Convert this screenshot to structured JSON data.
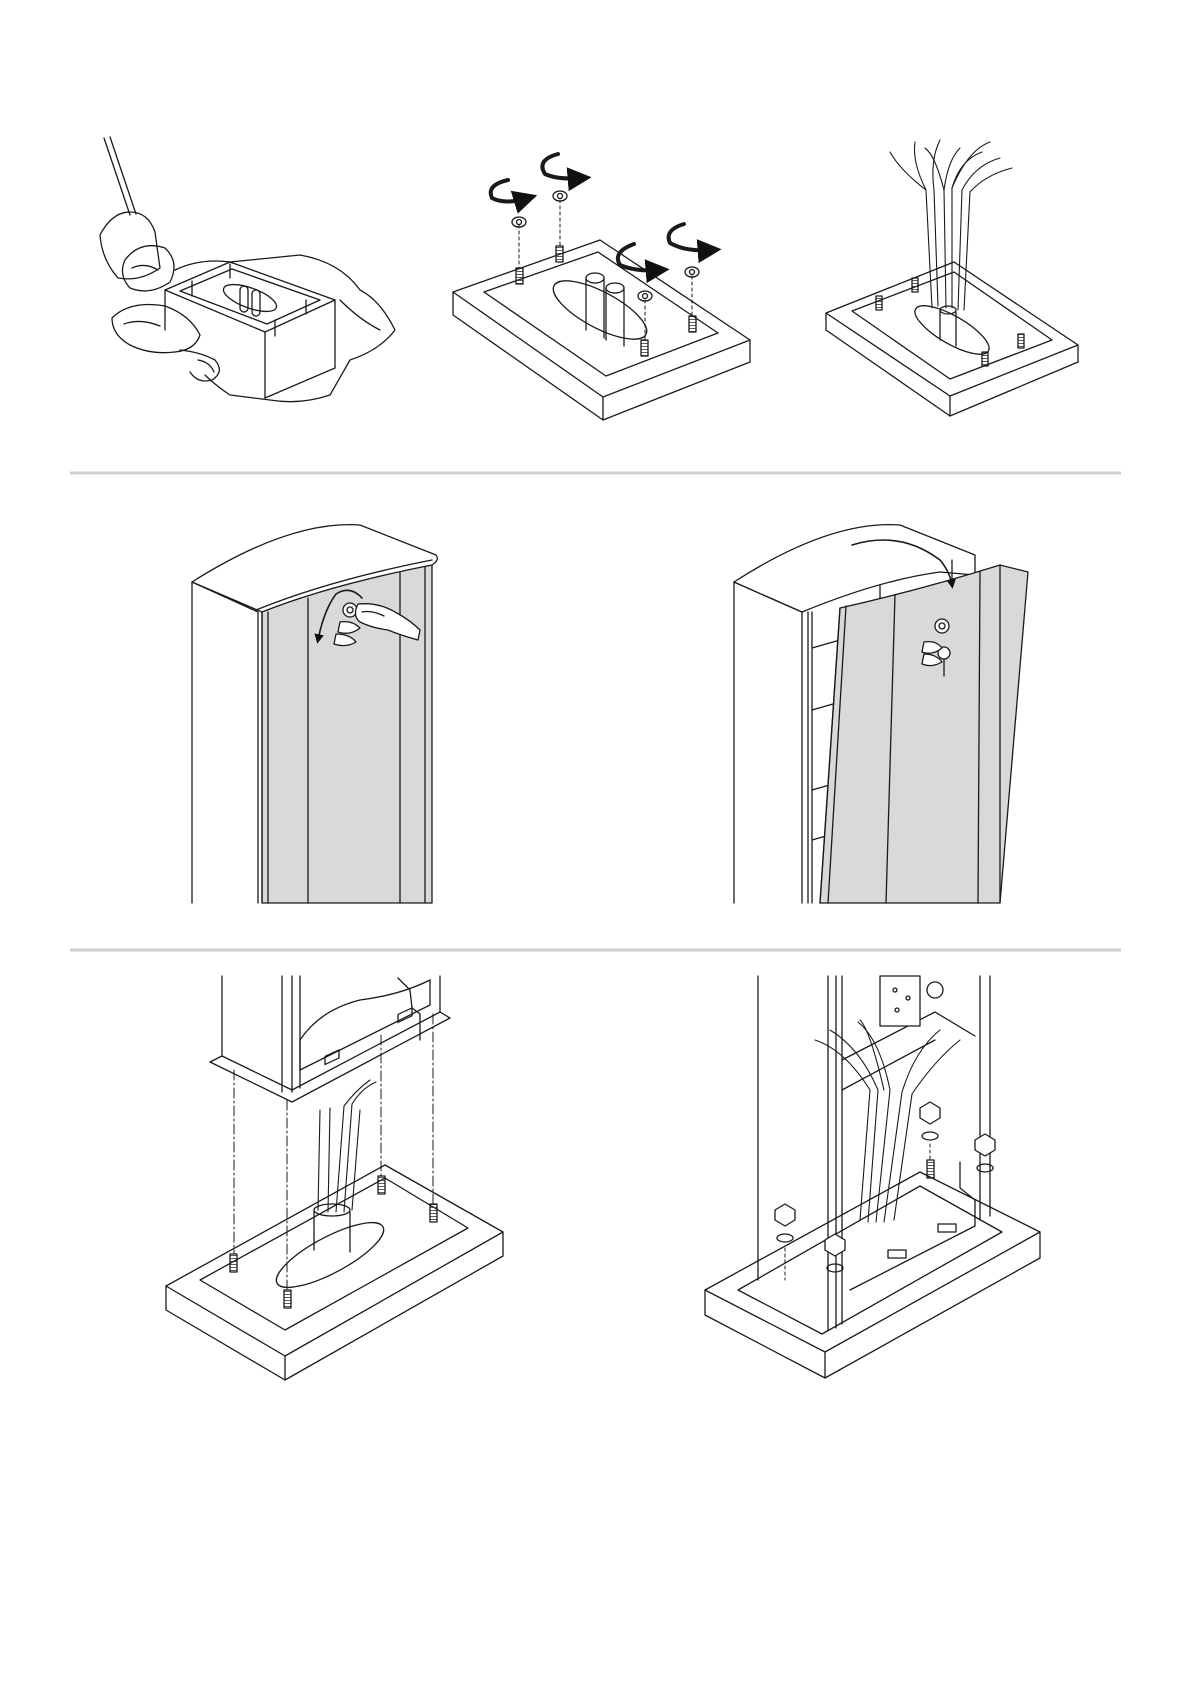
{
  "page": {
    "background": "#ffffff",
    "line_color": "#1a1a1a",
    "panel_fill": "#d9d9d9",
    "divider_color": "#cfcfcf"
  },
  "figures": [
    {
      "id": "step-dig-foundation",
      "icons": [
        "shovel-icon",
        "concrete-block",
        "hand-icon"
      ]
    },
    {
      "id": "step-remove-nuts",
      "icons": [
        "rotate-arrow-icon",
        "nut-icon",
        "threaded-rod"
      ]
    },
    {
      "id": "step-pull-cables",
      "icons": [
        "cable-bundle",
        "foundation-plate"
      ]
    },
    {
      "id": "step-unlock-door",
      "icons": [
        "key-icon",
        "hand-icon",
        "rotate-arrow-icon"
      ]
    },
    {
      "id": "step-remove-door",
      "icons": [
        "key-icon",
        "rotate-arrow-icon",
        "door-panel"
      ]
    },
    {
      "id": "step-lower-cabinet",
      "icons": [
        "cabinet-base",
        "cable-bundle",
        "alignment-lines"
      ]
    },
    {
      "id": "step-fasten-cabinet",
      "icons": [
        "nut-icon",
        "washer-icon",
        "cable-bundle"
      ]
    }
  ]
}
